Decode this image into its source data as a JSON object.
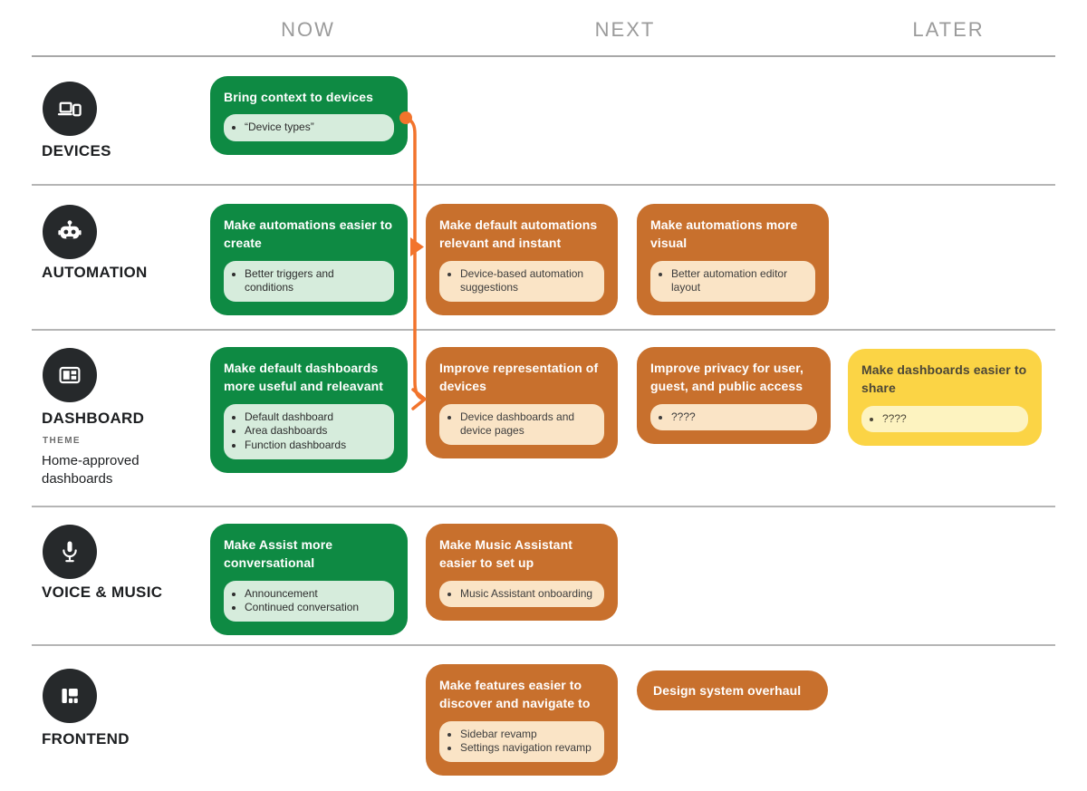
{
  "header": {
    "columns": [
      {
        "id": "now",
        "label": "NOW"
      },
      {
        "id": "next",
        "label": "NEXT"
      },
      {
        "id": "later",
        "label": "LATER"
      }
    ]
  },
  "rows": [
    {
      "label": "DEVICES",
      "icon": "devices-icon",
      "cards": [
        {
          "column": "now",
          "variant": "green",
          "title": "Bring context to devices",
          "bullets": [
            "“Device types”"
          ]
        }
      ]
    },
    {
      "label": "AUTOMATION",
      "icon": "robot-icon",
      "cards": [
        {
          "column": "now",
          "variant": "green",
          "title": "Make automations easier to create",
          "bullets": [
            "Better triggers and conditions"
          ]
        },
        {
          "column": "next",
          "variant": "orange",
          "title": "Make default automations relevant and instant",
          "bullets": [
            "Device-based automation suggestions"
          ]
        },
        {
          "column": "next",
          "variant": "orange",
          "title": "Make automations more visual",
          "bullets": [
            "Better automation editor layout"
          ]
        }
      ]
    },
    {
      "label": "DASHBOARD",
      "icon": "dashboard-icon",
      "theme_label": "THEME",
      "theme_text": "Home-approved dashboards",
      "cards": [
        {
          "column": "now",
          "variant": "green",
          "title": "Make default dashboards more useful and releavant",
          "bullets": [
            "Default dashboard",
            "Area dashboards",
            "Function dashboards"
          ]
        },
        {
          "column": "next",
          "variant": "orange",
          "title": "Improve representation of devices",
          "bullets": [
            "Device dashboards and device pages"
          ]
        },
        {
          "column": "next",
          "variant": "orange",
          "title": "Improve privacy for user, guest, and public access",
          "bullets": [
            "????"
          ]
        },
        {
          "column": "later",
          "variant": "yellow",
          "title": "Make dashboards easier to share",
          "bullets": [
            "????"
          ]
        }
      ]
    },
    {
      "label": "VOICE & MUSIC",
      "icon": "microphone-icon",
      "cards": [
        {
          "column": "now",
          "variant": "green",
          "title": "Make Assist more conversational",
          "bullets": [
            "Announcement",
            "Continued conversation"
          ]
        },
        {
          "column": "next",
          "variant": "orange",
          "title": "Make Music Assistant easier to set up",
          "bullets": [
            "Music Assistant onboarding"
          ]
        }
      ]
    },
    {
      "label": "FRONTEND",
      "icon": "frontend-icon",
      "cards": [
        {
          "column": "next",
          "variant": "orange",
          "title": "Make features easier to discover and navigate to",
          "bullets": [
            "Sidebar revamp",
            "Settings navigation revamp"
          ]
        },
        {
          "column": "next",
          "variant": "orange",
          "title": "Design system overhaul",
          "bullets": []
        }
      ]
    }
  ],
  "colors": {
    "green": "#0E8A43",
    "green_pill": "#D6ECDC",
    "orange": "#C8702D",
    "orange_pill": "#FAE4C6",
    "yellow": "#FBD445",
    "yellow_pill": "#FDF3C0",
    "connector": "#F2742C",
    "icon_circle": "#26292B",
    "header_text": "#9B9B9B",
    "divider": "#A8A8A8"
  }
}
